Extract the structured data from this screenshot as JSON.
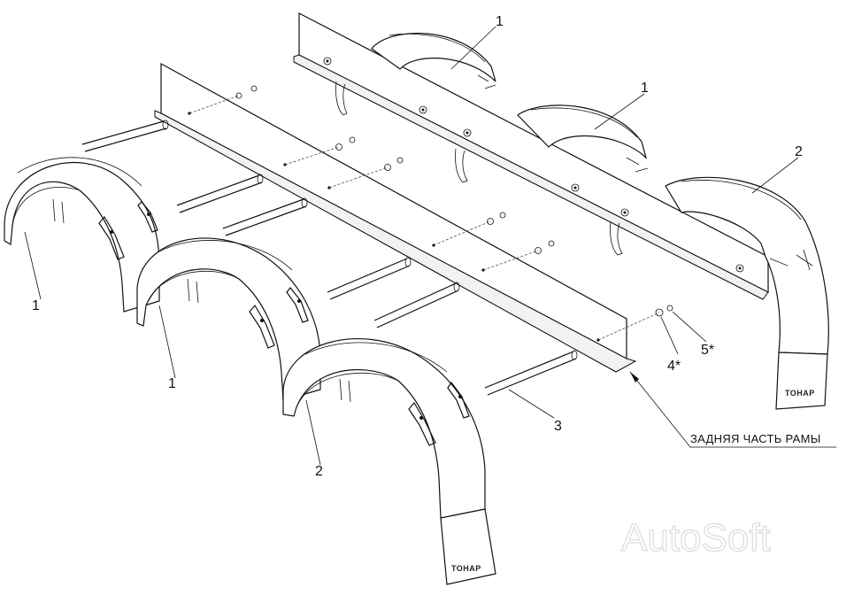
{
  "callouts": {
    "c1a": "1",
    "c1b": "1",
    "c1c": "1",
    "c1d": "1",
    "c2a": "2",
    "c2b": "2",
    "c3": "3",
    "c4": "4*",
    "c5": "5*"
  },
  "note": "ЗАДНЯЯ ЧАСТЬ РАМЫ",
  "brand_left": "ТОНАР",
  "brand_right": "ТОНАР",
  "watermark": "AutoSoft"
}
